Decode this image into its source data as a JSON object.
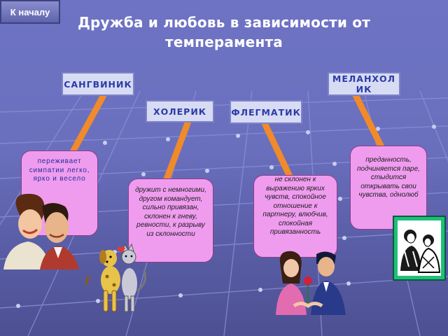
{
  "nav": {
    "home_label": "К началу"
  },
  "title": {
    "line1": "Дружба и любовь в зависимости от",
    "line2": "темперамента"
  },
  "temperaments": [
    {
      "label": "САНГВИНИК",
      "description": "переживает симпатии легко, ярко и весело"
    },
    {
      "label": "ХОЛЕРИК",
      "description": "дружит с немногими, другом командует, сильно привязан, склонен к гневу, ревности, к разрыву из склонности"
    },
    {
      "label": "ФЛЕГМАТИК",
      "description": "не склонен к выражению ярких чувств, спокойное отношение к партнеру, влюбчив, спокойная привязанность"
    },
    {
      "label": "МЕЛАНХОЛИК",
      "description": "преданность, подчиняется паре, стыдится открывать свои чувства, однолюб"
    }
  ],
  "colors": {
    "background": "#6a6fbd",
    "label_bg": "#d7dbf3",
    "label_text": "#2b3aa8",
    "bubble_bg": "#ef9cef",
    "connector": "#f08a2a"
  },
  "illustrations": [
    "couple-clipart",
    "cat-and-dog-clipart",
    "romantic-couple-clipart",
    "friends-clipart"
  ]
}
